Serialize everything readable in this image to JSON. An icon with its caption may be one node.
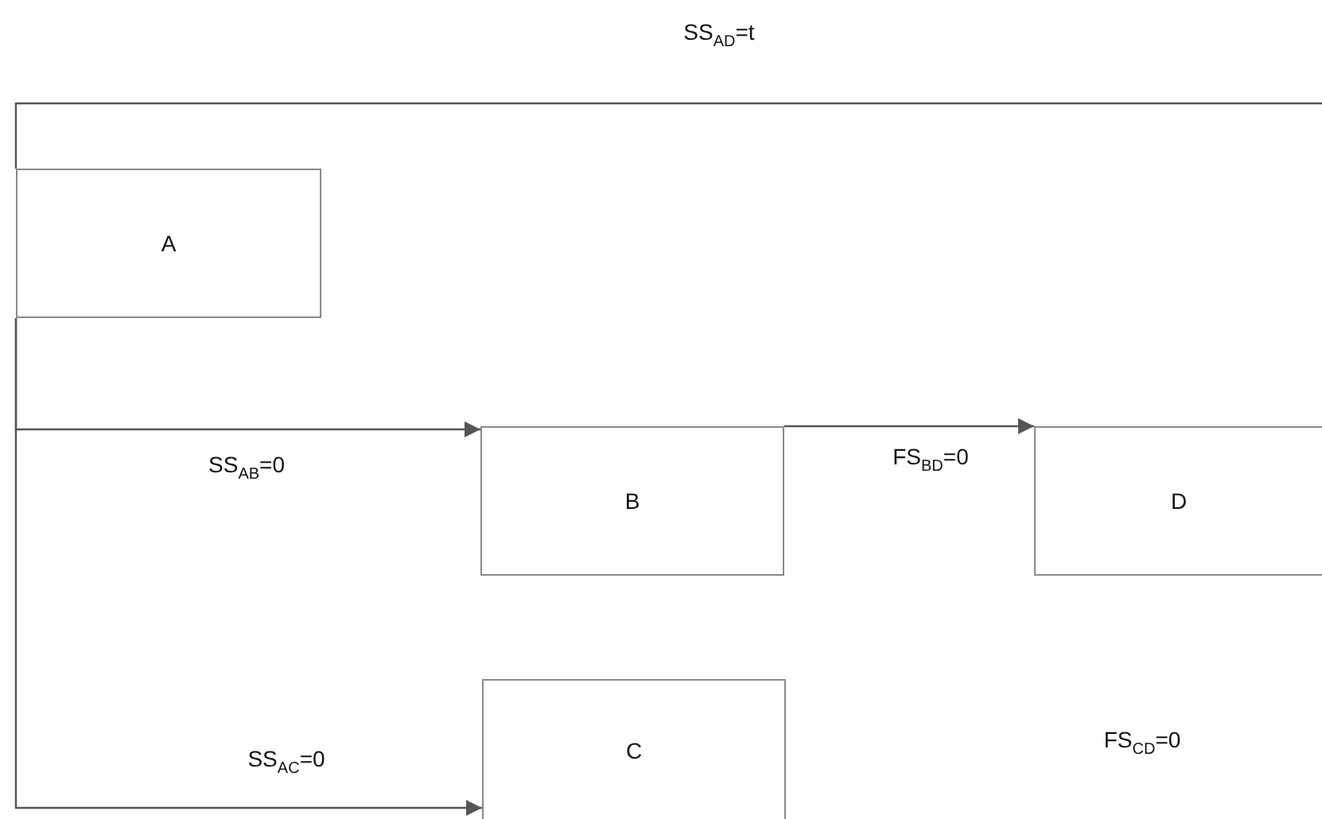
{
  "diagram": {
    "nodes": [
      {
        "text": [
          "A"
        ]
      },
      {
        "text": [
          "B"
        ]
      },
      {
        "text": [
          "D"
        ]
      },
      {
        "text": [
          "C"
        ]
      }
    ],
    "edges": [
      {
        "from": 0,
        "to": null,
        "arrow": "none",
        "label": "SS$_{AD}$=t"
      },
      {
        "from": 0,
        "to": 1,
        "arrow": "to",
        "label": "SS$_{AB}$=0"
      },
      {
        "from": 1,
        "to": 2,
        "arrow": "to",
        "label": "FS$_{BD}$=0"
      },
      {
        "from": 0,
        "to": 3,
        "arrow": "to",
        "label": "SS$_{AC}$=0"
      }
    ],
    "labels": [
      "FS$_{CD}$=0"
    ]
  }
}
